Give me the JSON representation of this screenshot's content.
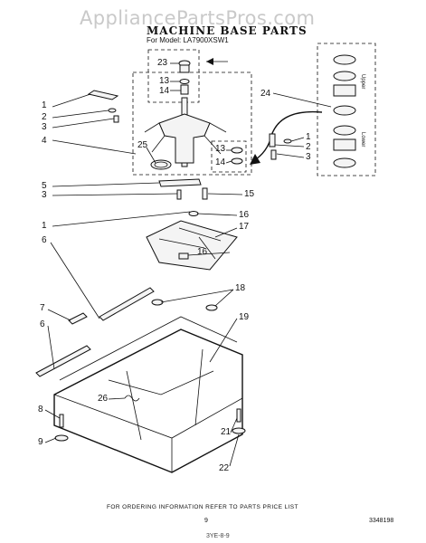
{
  "watermark": "AppliancePartsPros.com",
  "title": "MACHINE BASE PARTS",
  "model_line": "For Model: LA7900XSW1",
  "callouts": {
    "c1a": "1",
    "c2a": "2",
    "c3a": "3",
    "c4": "4",
    "c5": "5",
    "c3b": "3",
    "c1b": "1",
    "c6": "6",
    "c23": "23",
    "c13a": "13",
    "c14a": "14",
    "c25": "25",
    "c13b": "13",
    "c14b": "14",
    "c24": "24",
    "c1c": "1",
    "c2c": "2",
    "c3c": "3",
    "c15": "15",
    "c16a": "16",
    "c17": "17",
    "c16b": "16",
    "c18": "18",
    "c19": "19",
    "c7": "7",
    "c6b": "6",
    "c26": "26",
    "c8": "8",
    "c9": "9",
    "c21": "21",
    "c22": "22"
  },
  "side_labels": {
    "upper": "Upper",
    "lower": "Lower"
  },
  "footer": "FOR ORDERING INFORMATION REFER TO PARTS PRICE LIST",
  "page_number": "9",
  "part_code": "3348198",
  "handwritten_note": "3YE-8-9"
}
